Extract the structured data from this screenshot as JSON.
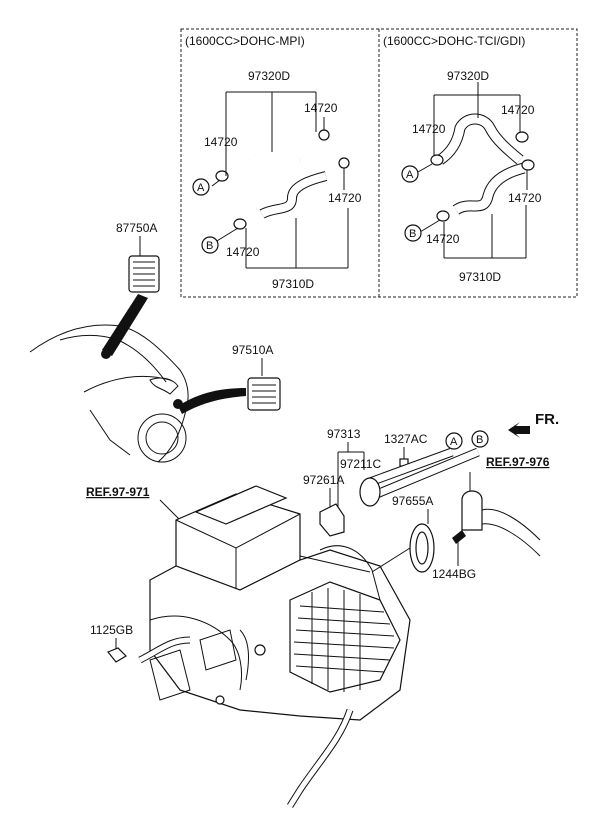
{
  "boxes": {
    "left_title": "(1600CC>DOHC-MPI)",
    "right_title": "(1600CC>DOHC-TCI/GDI)"
  },
  "labels": {
    "l_97320D": "97320D",
    "l_14720_a": "14720",
    "l_14720_b": "14720",
    "l_14720_c": "14720",
    "l_14720_d": "14720",
    "l_97310D": "97310D",
    "r_97320D": "97320D",
    "r_14720_a": "14720",
    "r_14720_b": "14720",
    "r_14720_c": "14720",
    "r_14720_d": "14720",
    "r_97310D": "97310D",
    "p_87750A": "87750A",
    "p_97510A": "97510A",
    "p_97313": "97313",
    "p_1327AC": "1327AC",
    "p_97211C": "97211C",
    "p_97261A": "97261A",
    "p_97655A": "97655A",
    "p_1244BG": "1244BG",
    "p_1125GB": "1125GB"
  },
  "refs": {
    "ref_971": "REF.97-971",
    "ref_976": "REF.97-976"
  },
  "markers": {
    "a": "A",
    "b": "B"
  },
  "direction": "FR."
}
